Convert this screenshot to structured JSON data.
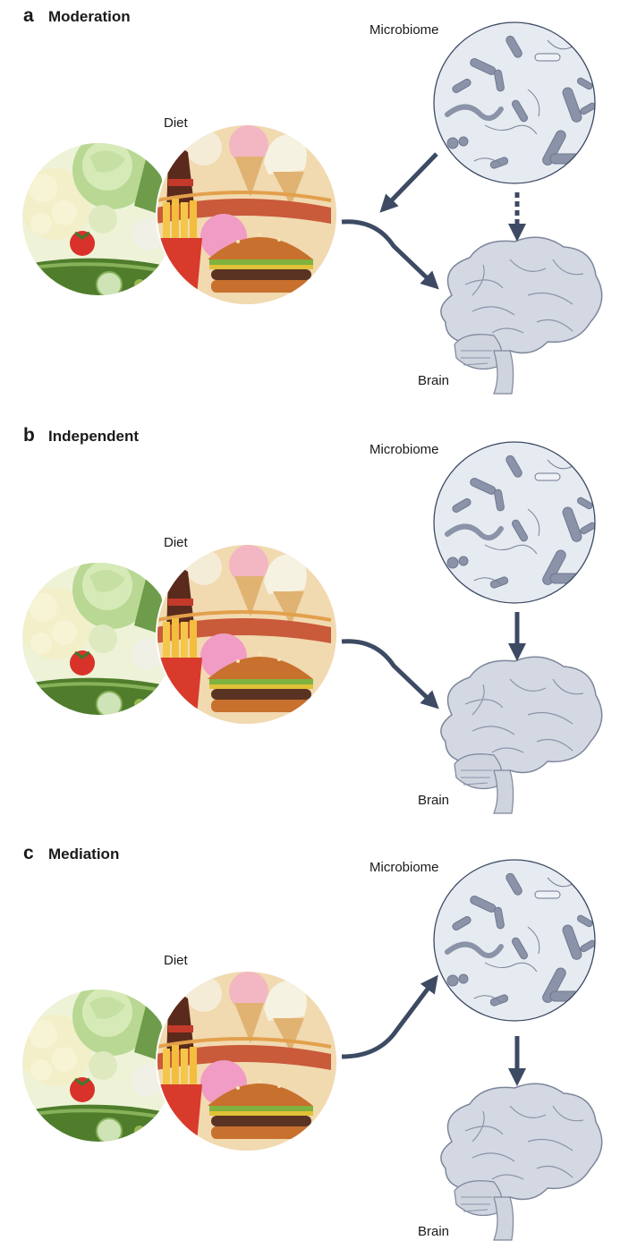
{
  "panels": [
    {
      "letter": "a",
      "title": "Moderation"
    },
    {
      "letter": "b",
      "title": "Independent"
    },
    {
      "letter": "c",
      "title": "Mediation"
    }
  ],
  "labels": {
    "diet": "Diet",
    "microbiome": "Microbiome",
    "brain": "Brain"
  },
  "colors": {
    "arrow": "#3d4a63",
    "microbiome_bg": "#e6eaf1",
    "bacteria": "#8a93a8",
    "brain_fill": "#d3d8e3",
    "brain_stroke": "#7d869b",
    "vegetables": "#8db865",
    "junk_food": "#d9742b"
  }
}
